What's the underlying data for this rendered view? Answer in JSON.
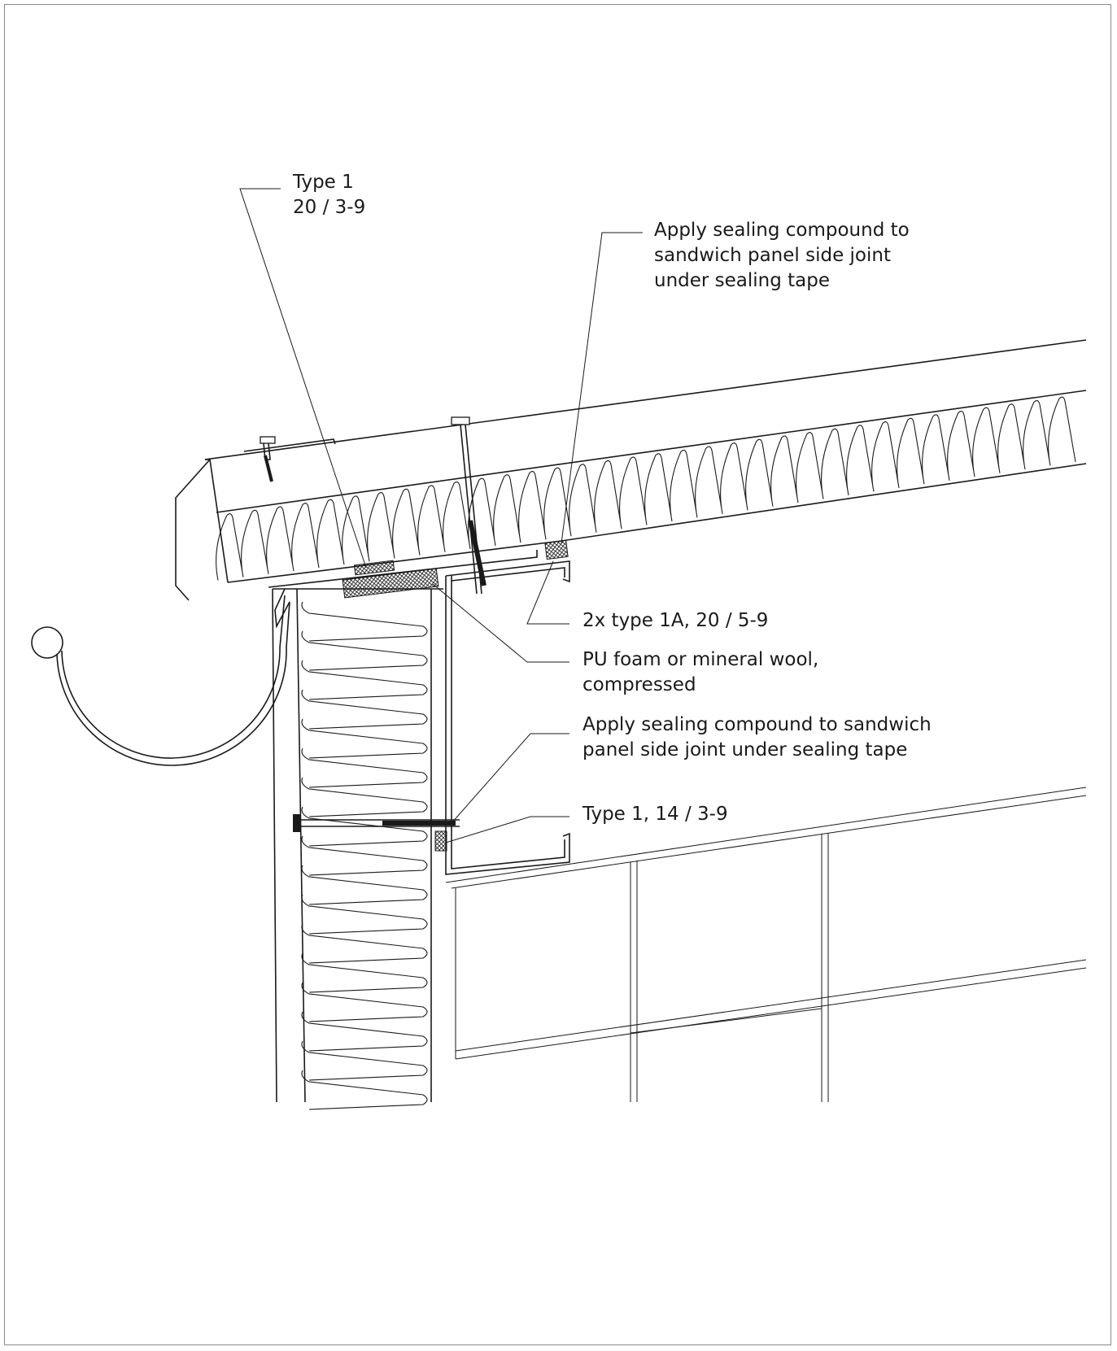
{
  "labels": {
    "type1_line1": "Type 1",
    "type1_line2": "20 / 3-9",
    "seal_top_line1": "Apply sealing compound to",
    "seal_top_line2": "sandwich panel side joint",
    "seal_top_line3": "under sealing tape",
    "type1a": "2x type 1A, 20 / 5-9",
    "pu_line1": "PU foam or mineral wool,",
    "pu_line2": "compressed",
    "seal_side_line1": "Apply sealing compound to sandwich",
    "seal_side_line2": "panel side joint under sealing tape",
    "type1_14": "Type 1, 14 / 3-9"
  },
  "colors": {
    "line": "#1a1a1a",
    "frame": "#8a8a8a",
    "background": "#ffffff"
  }
}
